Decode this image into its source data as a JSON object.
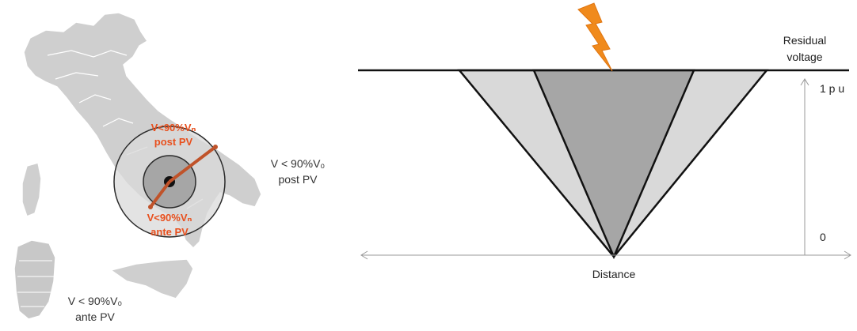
{
  "map": {
    "post_label_line1": "V<90%Vₙ",
    "post_label_line2": "post PV",
    "ante_label_line1": "V<90%Vₙ",
    "ante_label_line2": "ante PV",
    "outer_label_line1": "V < 90%V₀",
    "outer_label_line2": "post PV",
    "bottom_label_line1": "V < 90%V₀",
    "bottom_label_line2": "ante PV"
  },
  "diagram": {
    "residual_line1": "Residual",
    "residual_line2": "voltage",
    "top_tick": "1 p u",
    "bottom_tick": "0",
    "x_axis_label": "Distance"
  },
  "colors": {
    "orange": "#e8501e",
    "lightning": "#f08a1c",
    "light_gray": "#d9d9d9",
    "dark_gray": "#a6a6a6",
    "map_gray": "#cfcfcf"
  }
}
